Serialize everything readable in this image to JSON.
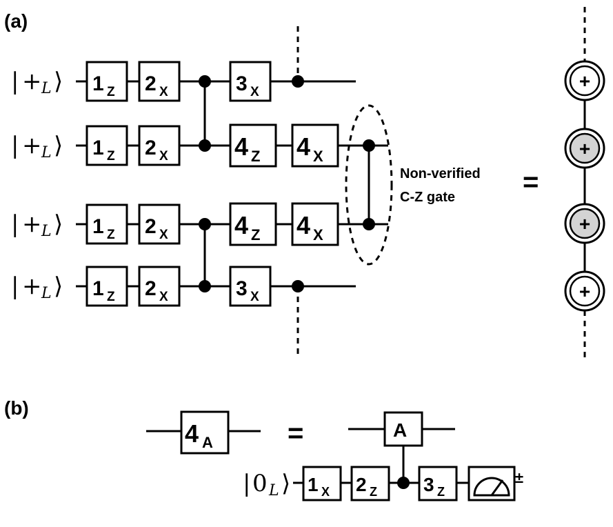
{
  "panel_a": {
    "label": "(a)",
    "rows": [
      {
        "input": {
          "bracket": "|",
          "symbol": "+",
          "subscript": "L",
          "close": "⟩"
        },
        "gates": [
          {
            "main": "1",
            "sub": "Z"
          },
          {
            "main": "2",
            "sub": "X"
          },
          {
            "main": "3",
            "sub": "X"
          }
        ]
      },
      {
        "input": {
          "bracket": "|",
          "symbol": "+",
          "subscript": "L",
          "close": "⟩"
        },
        "gates": [
          {
            "main": "1",
            "sub": "Z"
          },
          {
            "main": "2",
            "sub": "X"
          },
          {
            "main": "4",
            "sub": "Z"
          },
          {
            "main": "4",
            "sub": "X"
          }
        ]
      },
      {
        "input": {
          "bracket": "|",
          "symbol": "+",
          "subscript": "L",
          "close": "⟩"
        },
        "gates": [
          {
            "main": "1",
            "sub": "Z"
          },
          {
            "main": "2",
            "sub": "X"
          },
          {
            "main": "4",
            "sub": "Z"
          },
          {
            "main": "4",
            "sub": "X"
          }
        ]
      },
      {
        "input": {
          "bracket": "|",
          "symbol": "+",
          "subscript": "L",
          "close": "⟩"
        },
        "gates": [
          {
            "main": "1",
            "sub": "Z"
          },
          {
            "main": "2",
            "sub": "X"
          },
          {
            "main": "3",
            "sub": "X"
          }
        ]
      }
    ],
    "annotation": {
      "line1": "Non-verified",
      "line2": "C-Z gate"
    },
    "equals": "=",
    "nodes": [
      {
        "symbol": "+",
        "fill": "#ffffff"
      },
      {
        "symbol": "+",
        "fill": "#d3d3d3"
      },
      {
        "symbol": "+",
        "fill": "#d3d3d3"
      },
      {
        "symbol": "+",
        "fill": "#ffffff"
      }
    ]
  },
  "panel_b": {
    "label": "(b)",
    "lhs_gate": {
      "main": "4",
      "sub": "A"
    },
    "equals": "=",
    "target_gate": {
      "main": "A"
    },
    "ancilla": {
      "bracket": "|",
      "symbol": "0",
      "subscript": "L",
      "close": "⟩"
    },
    "ancilla_gates": [
      {
        "main": "1",
        "sub": "X"
      },
      {
        "main": "2",
        "sub": "Z"
      },
      {
        "main": "3",
        "sub": "Z"
      }
    ],
    "measurement": {
      "icon": "meter-icon",
      "sign": "±"
    }
  }
}
